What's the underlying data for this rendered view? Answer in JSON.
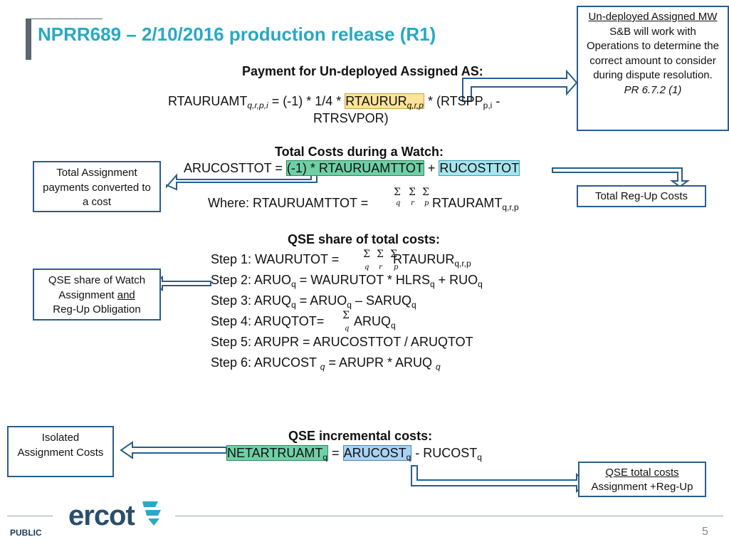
{
  "title": "NPRR689 – 2/10/2016 production release (R1)",
  "callout_top_right": {
    "line1": "Un-deployed Assigned MW",
    "line2": "S&B will work with Operations to determine the correct amount to consider during dispute resolution.",
    "line3": "PR 6.7.2 (1)"
  },
  "payment": {
    "heading": "Payment for Un-deployed Assigned AS:",
    "lhs": "RTAURUAMT",
    "lhs_sub": "q,r,p,i",
    "eq_part1": " = (-1) * 1/4 * ",
    "rtaurur": "RTAURUR",
    "rtaurur_sub": "q,r,p",
    "eq_part2": " * (RTSPP",
    "rtspp_sub": "p,i",
    "eq_part3": " -",
    "line2": "RTRSVPOR)"
  },
  "watch": {
    "heading": "Total Costs during a Watch:",
    "lhs": "ARUCOSTTOT =",
    "green_term": "(-1) * RTAURUAMTTOT",
    "plus": "+",
    "cyan_term": "RUCOSTTOT",
    "where": "Where:  RTAURUAMTTOT =",
    "sum_text": "RTAURAMT",
    "sum_sub": "q,r,p",
    "sigma": "Σ",
    "idx_q": "q",
    "idx_r": "r",
    "idx_p": "p"
  },
  "callout_total_assignment": "Total Assignment payments converted to a cost",
  "callout_regup": "Total Reg-Up Costs",
  "qse_share": {
    "heading": "QSE share of total costs:",
    "step1_a": "Step 1: WAURUTOT =",
    "step1_b": "RTAURUR",
    "step1_sub": "q,r,p",
    "step2_a": "Step 2: ARUO",
    "step2_b": " = WAURUTOT * HLRS",
    "step2_c": " + RUO",
    "step3_a": "Step 3: ARUQ",
    "step3_b": " =   ARUO",
    "step3_c": " –  SARUQ",
    "step4_a": "Step 4: ARUQTOT=",
    "step4_b": "ARUQ",
    "step5": "Step 5: ARUPR  =  ARUCOSTTOT / ARUQTOT",
    "step6_a": "Step 6: ARUCOST",
    "step6_b": " = ARUPR * ARUQ",
    "sub_q": "q"
  },
  "callout_qse_share": {
    "line1": "QSE share of Watch",
    "line2a": "Assignment ",
    "line2b": "and",
    "line3": "Reg-Up Obligation"
  },
  "incremental": {
    "heading": "QSE incremental costs:",
    "green_term": "NETARTRUAMT",
    "eq": "=",
    "blue_term": "ARUCOST",
    "rest": " - RUCOST",
    "sub_q": "q"
  },
  "callout_isolated": "Isolated Assignment Costs",
  "callout_qse_total": {
    "line1": "QSE total costs",
    "line2": "Assignment +Reg-Up"
  },
  "footer": {
    "logo": "ercot",
    "public": "PUBLIC",
    "page": "5"
  },
  "colors": {
    "title": "#26a9c6",
    "box_border": "#2a5d8a",
    "arrow_fill": "#ffffff",
    "arrow_stroke": "#2a5d8a"
  }
}
